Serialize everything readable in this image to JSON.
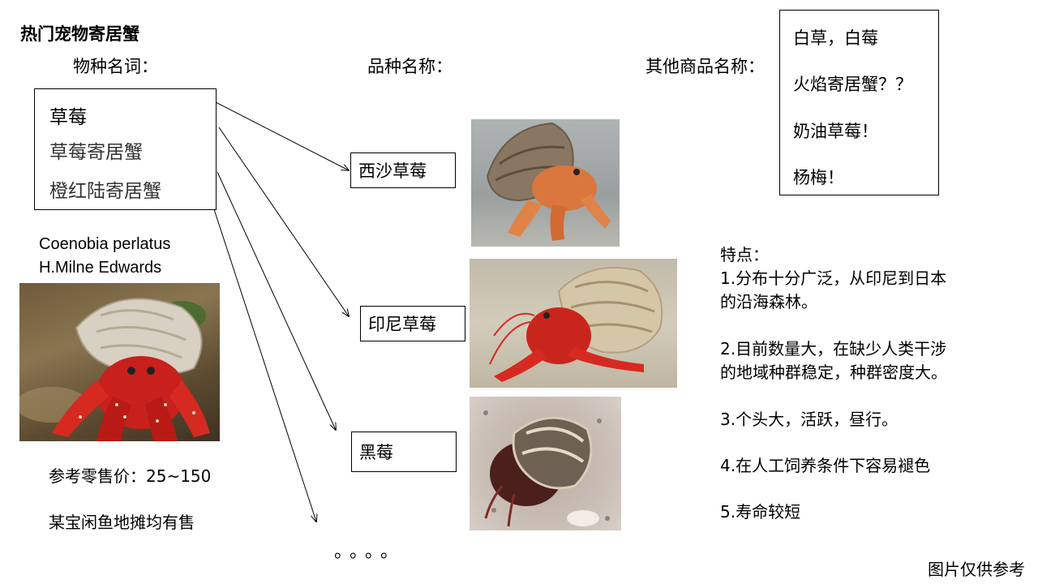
{
  "title": "热门宠物寄居蟹",
  "labels": {
    "species": "物种名词：",
    "breed": "品种名称：",
    "other": "其他商品名称："
  },
  "species_names": [
    "草莓",
    "草莓寄居蟹",
    "橙红陆寄居蟹"
  ],
  "latin_name": [
    "Coenobia perlatus",
    "H.Milne Edwards"
  ],
  "breeds": [
    "西沙草莓",
    "印尼草莓",
    "黑莓"
  ],
  "other_names": [
    "白草，白莓",
    "火焰寄居蟹？？",
    "奶油草莓！",
    "杨梅！"
  ],
  "price": "参考零售价：25~150",
  "availability": "某宝闲鱼地摊均有售",
  "features": {
    "heading": "特点：",
    "items": [
      [
        "1.分布十分广泛，从印尼到日本",
        "的沿海森林。"
      ],
      [
        "2.目前数量大，在缺少人类干涉",
        "的地域种群稳定，种群密度大。"
      ],
      [
        "3.个头大，活跃，昼行。"
      ],
      [
        "4.在人工饲养条件下容易褪色"
      ],
      [
        "5.寿命较短"
      ]
    ]
  },
  "ellipsis": "。。。。",
  "credit": "图片仅供参考"
}
